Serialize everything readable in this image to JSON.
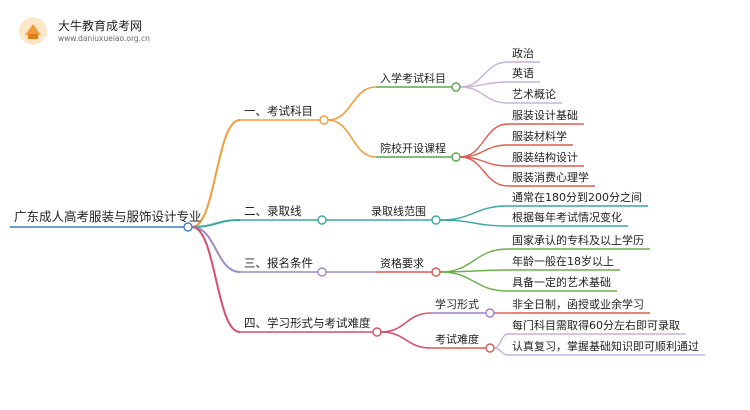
{
  "logo": {
    "name": "大牛教育成考网",
    "url": "www.daniuxueiao.org.cn"
  },
  "root": "广东成人高考服装与服饰设计专业",
  "branches": [
    {
      "label": "一、考试科目",
      "color": "#f39c3c",
      "groups": [
        {
          "label": "入学考试科目",
          "color": "#5aa84a",
          "items": [
            "政治",
            "英语",
            "艺术概论"
          ],
          "item_color": "#c7b0d8"
        },
        {
          "label": "院校开设课程",
          "color": "#5aa84a",
          "items": [
            "服装设计基础",
            "服装材料学",
            "服装结构设计",
            "服装消费心理学"
          ],
          "item_color": "#e05a4e"
        }
      ]
    },
    {
      "label": "二、录取线",
      "color": "#3aa7a0",
      "groups": [
        {
          "label": "录取线范围",
          "color": "#3aa7a0",
          "items": [
            "通常在180分到200分之间",
            "根据每年考试情况变化"
          ],
          "item_color": "#3aa7a0"
        }
      ]
    },
    {
      "label": "三、报名条件",
      "color": "#a08ac8",
      "groups": [
        {
          "label": "资格要求",
          "color": "#e05a4e",
          "items": [
            "国家承认的专科及以上学历",
            "年龄一般在18岁以上",
            "具备一定的艺术基础"
          ],
          "item_color": "#6ab04c"
        }
      ]
    },
    {
      "label": "四、学习形式与考试难度",
      "color": "#d84f6a",
      "groups": [
        {
          "label": "学习形式",
          "color": "#a07ad0",
          "items": [
            "非全日制，函授或业余学习"
          ],
          "item_color": "#e05a4e"
        },
        {
          "label": "考试难度",
          "color": "#e05a4e",
          "items": [
            "每门科目需取得60分左右即可录取",
            "认真复习，掌握基础知识即可顺利通过"
          ],
          "item_color": "#c7b0d8"
        }
      ]
    }
  ]
}
